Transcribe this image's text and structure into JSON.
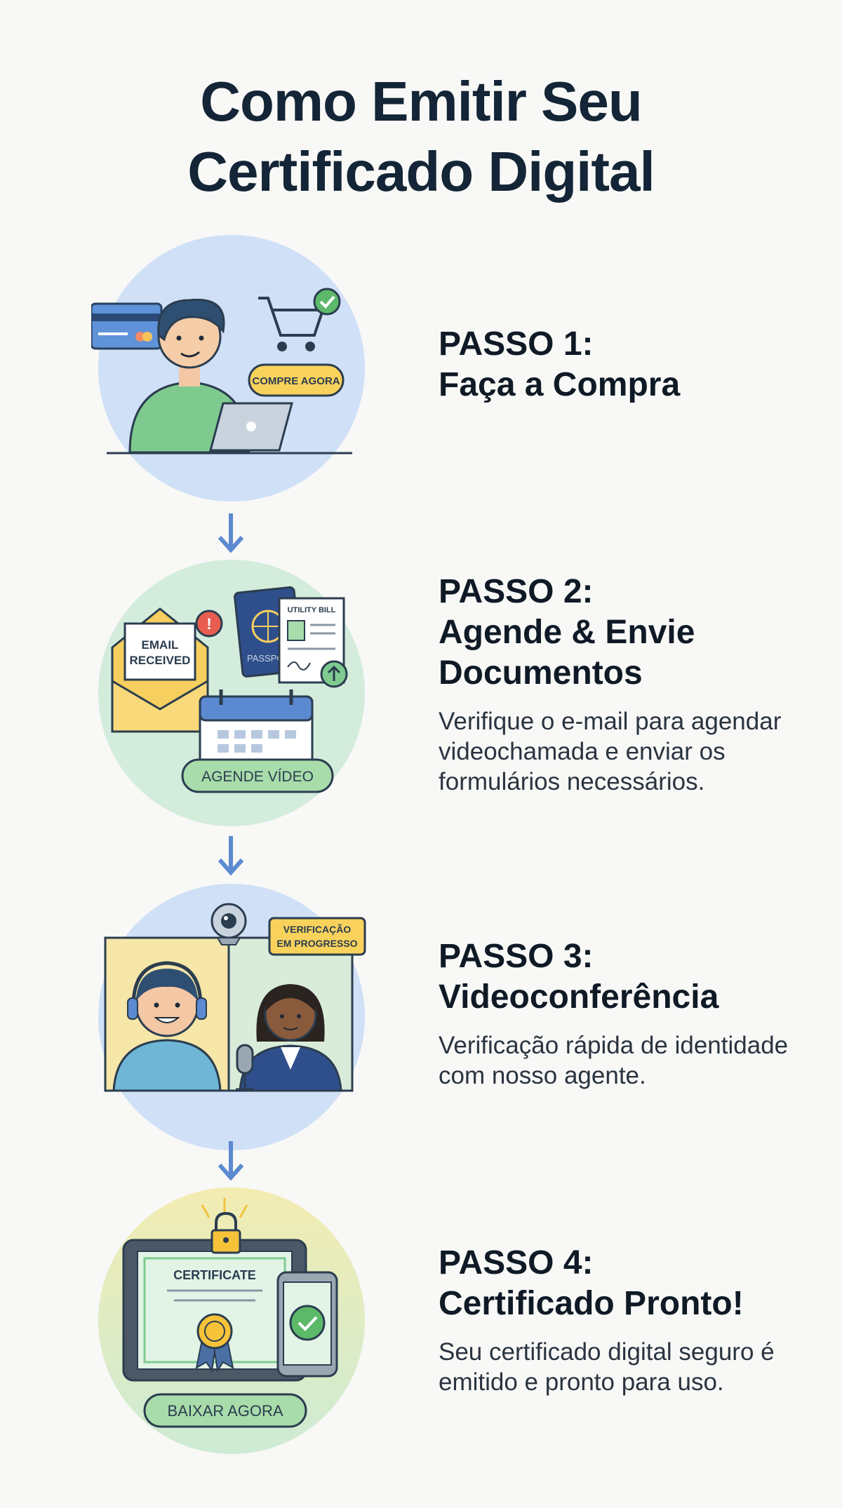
{
  "title": {
    "line1": "Como Emitir Seu",
    "line2": "Certificado Digital"
  },
  "steps": [
    {
      "label": "PASSO 1:",
      "title": "Faça a Compra",
      "illustration": {
        "button": "COMPRE AGORA",
        "icons": [
          "credit-card-icon",
          "shopping-cart-icon",
          "laptop-icon",
          "check-icon"
        ]
      }
    },
    {
      "label": "PASSO 2:",
      "title_line1": "Agende & Envie",
      "title_line2": "Documentos",
      "description": "Verifique o e-mail para agendar videochamada e enviar os formulários necessários.",
      "illustration": {
        "email_line1": "EMAIL",
        "email_line2": "RECEIVED",
        "passport": "PASSPO",
        "bill": "UTILITY BILL",
        "button": "AGENDE VÍDEO",
        "icons": [
          "envelope-icon",
          "alert-icon",
          "passport-icon",
          "upload-icon",
          "calendar-icon"
        ]
      }
    },
    {
      "label": "PASSO 3:",
      "title": "Videoconferência",
      "description": "Verificação rápida de identidade com nosso agente.",
      "illustration": {
        "badge_line1": "VERIFICAÇÃO",
        "badge_line2": "EM PROGRESSO",
        "icons": [
          "webcam-icon",
          "headset-icon",
          "microphone-icon"
        ]
      }
    },
    {
      "label": "PASSO 4:",
      "title": "Certificado Pronto!",
      "description": "Seu certificado digital seguro é emitido e pronto para uso.",
      "illustration": {
        "certificate": "CERTIFICATE",
        "button": "BAIXAR AGORA",
        "icons": [
          "lock-icon",
          "seal-icon",
          "check-icon",
          "tablet-icon",
          "phone-icon"
        ]
      }
    }
  ],
  "colors": {
    "title": "#132536",
    "circle_blue": "#cfe0f7",
    "circle_green": "#d3ecdc",
    "circle_yellow": "#f2efbd",
    "arrow": "#5b8ad0",
    "button_yellow": "#f9d25c",
    "button_green": "#a8dcaa"
  }
}
